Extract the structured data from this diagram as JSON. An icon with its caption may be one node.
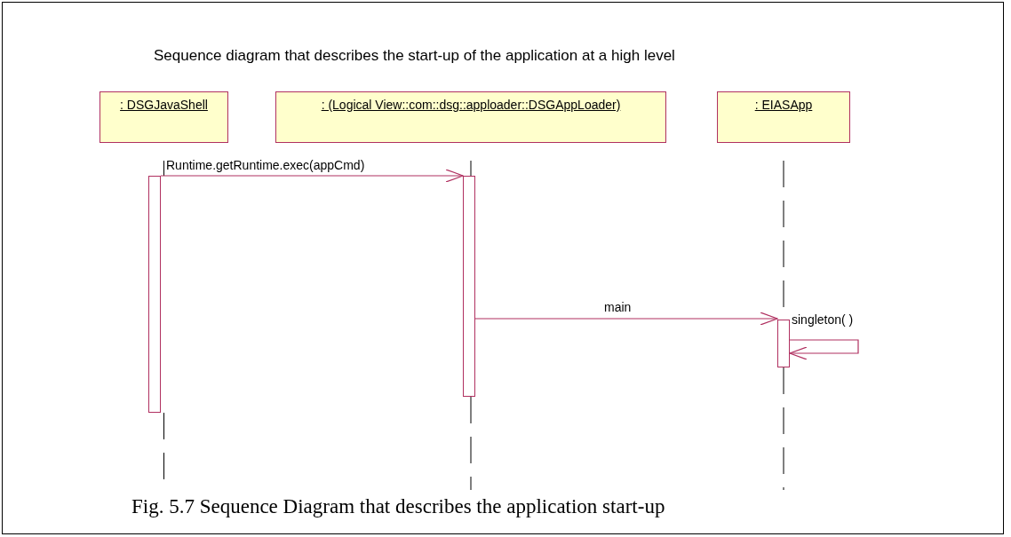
{
  "diagram": {
    "title": "Sequence diagram that describes the start-up of the application at a high level",
    "caption": "Fig. 5.7 Sequence Diagram that describes the application start-up",
    "nodes": [
      {
        "text": [
          ": DSGJavaShell"
        ]
      },
      {
        "text": [
          ": (Logical View::com::dsg::apploader::DSGAppLoader)"
        ]
      },
      {
        "text": [
          ": EIASApp"
        ]
      },
      {
        "text": [],
        "shape": "bar"
      },
      {
        "text": [],
        "shape": "bar"
      },
      {
        "text": [],
        "shape": "bar"
      }
    ],
    "edges": [
      {
        "from": 3,
        "to": 4,
        "arrow": "to",
        "label": "Runtime.getRuntime.exec(appCmd)"
      },
      {
        "from": 4,
        "to": 5,
        "arrow": "to",
        "label": "main"
      },
      {
        "from": 5,
        "to": 5,
        "arrow": "to",
        "label": "singleton( )"
      }
    ]
  }
}
